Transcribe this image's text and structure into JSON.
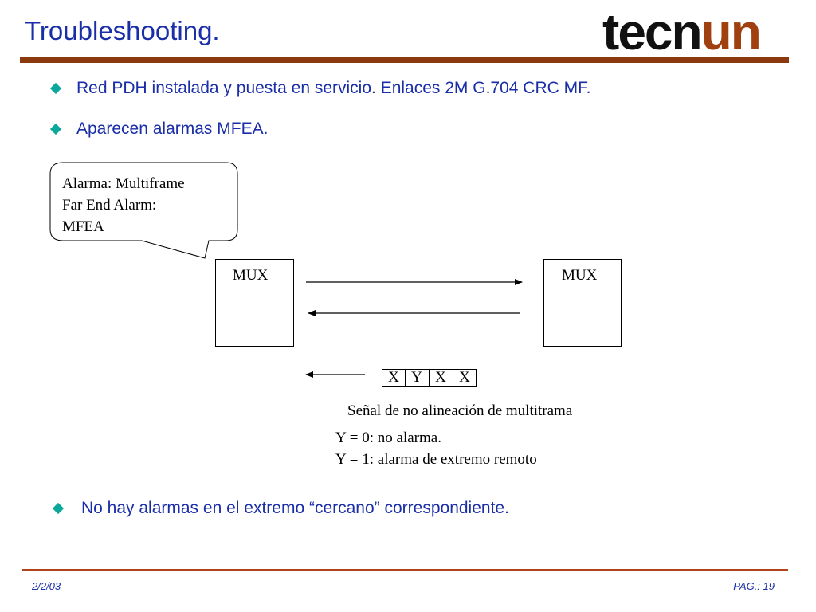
{
  "header": {
    "title": "Troubleshooting.",
    "logo_part1": "tecn",
    "logo_part2": "un"
  },
  "bullets": [
    "Red PDH instalada y puesta en servicio.  Enlaces 2M G.704 CRC MF.",
    "Aparecen alarmas MFEA.",
    "No hay alarmas en el extremo “cercano” correspondiente."
  ],
  "callout": {
    "line1": "Alarma: Multiframe",
    "line2": "Far End Alarm:",
    "line3": "MFEA"
  },
  "diagram": {
    "mux_left": "MUX",
    "mux_right": "MUX",
    "bits": [
      "X",
      "Y",
      "X",
      "X"
    ],
    "signal_caption": "Señal de no alineación de multitrama",
    "y0": "Y = 0: no alarma.",
    "y1": "Y = 1: alarma de extremo remoto"
  },
  "footer": {
    "date": "2/2/03",
    "page": "PAG.: 19"
  },
  "colors": {
    "title": "#1a2ea8",
    "bar": "#8b3a0f",
    "bullet": "#0aa89a",
    "logo_accent": "#a04010"
  }
}
